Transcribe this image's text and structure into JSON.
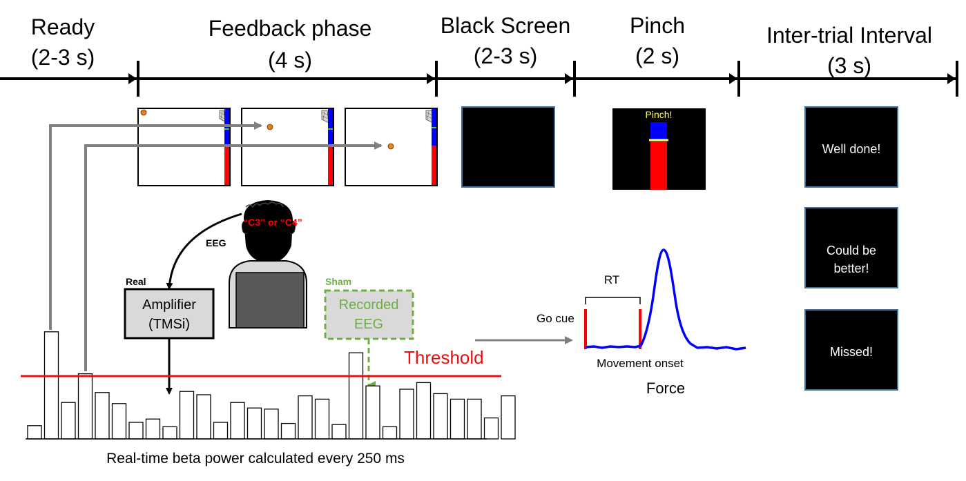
{
  "phases": [
    {
      "label": "Ready",
      "duration": "(2-3 s)"
    },
    {
      "label": "Feedback phase",
      "duration": "(4 s)"
    },
    {
      "label": "Black Screen",
      "duration": "(2-3 s)"
    },
    {
      "label": "Pinch",
      "duration": "(2 s)"
    },
    {
      "label": "Inter-trial Interval",
      "duration": "(3 s)"
    }
  ],
  "pinch_screen": {
    "cue_text": "Pinch!"
  },
  "iti_messages": [
    {
      "lines": [
        "Well done!"
      ]
    },
    {
      "lines": [
        "Could be",
        "better!"
      ]
    },
    {
      "lines": [
        "Missed!"
      ]
    }
  ],
  "subject": {
    "channel_label": "“C3” or “C4”",
    "eeg_label": "EEG"
  },
  "real_path": {
    "label": "Real",
    "box_lines": [
      "Amplifier",
      "(TMSi)"
    ]
  },
  "sham_path": {
    "label": "Sham",
    "box_lines": [
      "Recorded",
      "EEG"
    ]
  },
  "threshold_label": "Threshold",
  "beta_power": {
    "caption": "Real-time beta power calculated every 250 ms",
    "bars": [
      0.12,
      0.97,
      0.33,
      0.59,
      0.42,
      0.32,
      0.15,
      0.18,
      0.11,
      0.43,
      0.4,
      0.15,
      0.33,
      0.28,
      0.27,
      0.14,
      0.39,
      0.36,
      0.13,
      0.78,
      0.48,
      0.11,
      0.45,
      0.51,
      0.41,
      0.36,
      0.36,
      0.19,
      0.39
    ],
    "threshold_fraction": 0.55
  },
  "force_panel": {
    "rt_label": "RT",
    "go_cue_label": "Go cue",
    "movement_onset_label": "Movement onset",
    "force_label": "Force"
  },
  "colors": {
    "threshold": "#e81010",
    "sham": "#70ad47",
    "force_trace": "#0000ff",
    "arrow_gray": "#808080",
    "bar_blue": "#0000ff",
    "bar_red": "#ff0000",
    "ball": "#e8821e",
    "marker_yellow": "#ffff66"
  }
}
